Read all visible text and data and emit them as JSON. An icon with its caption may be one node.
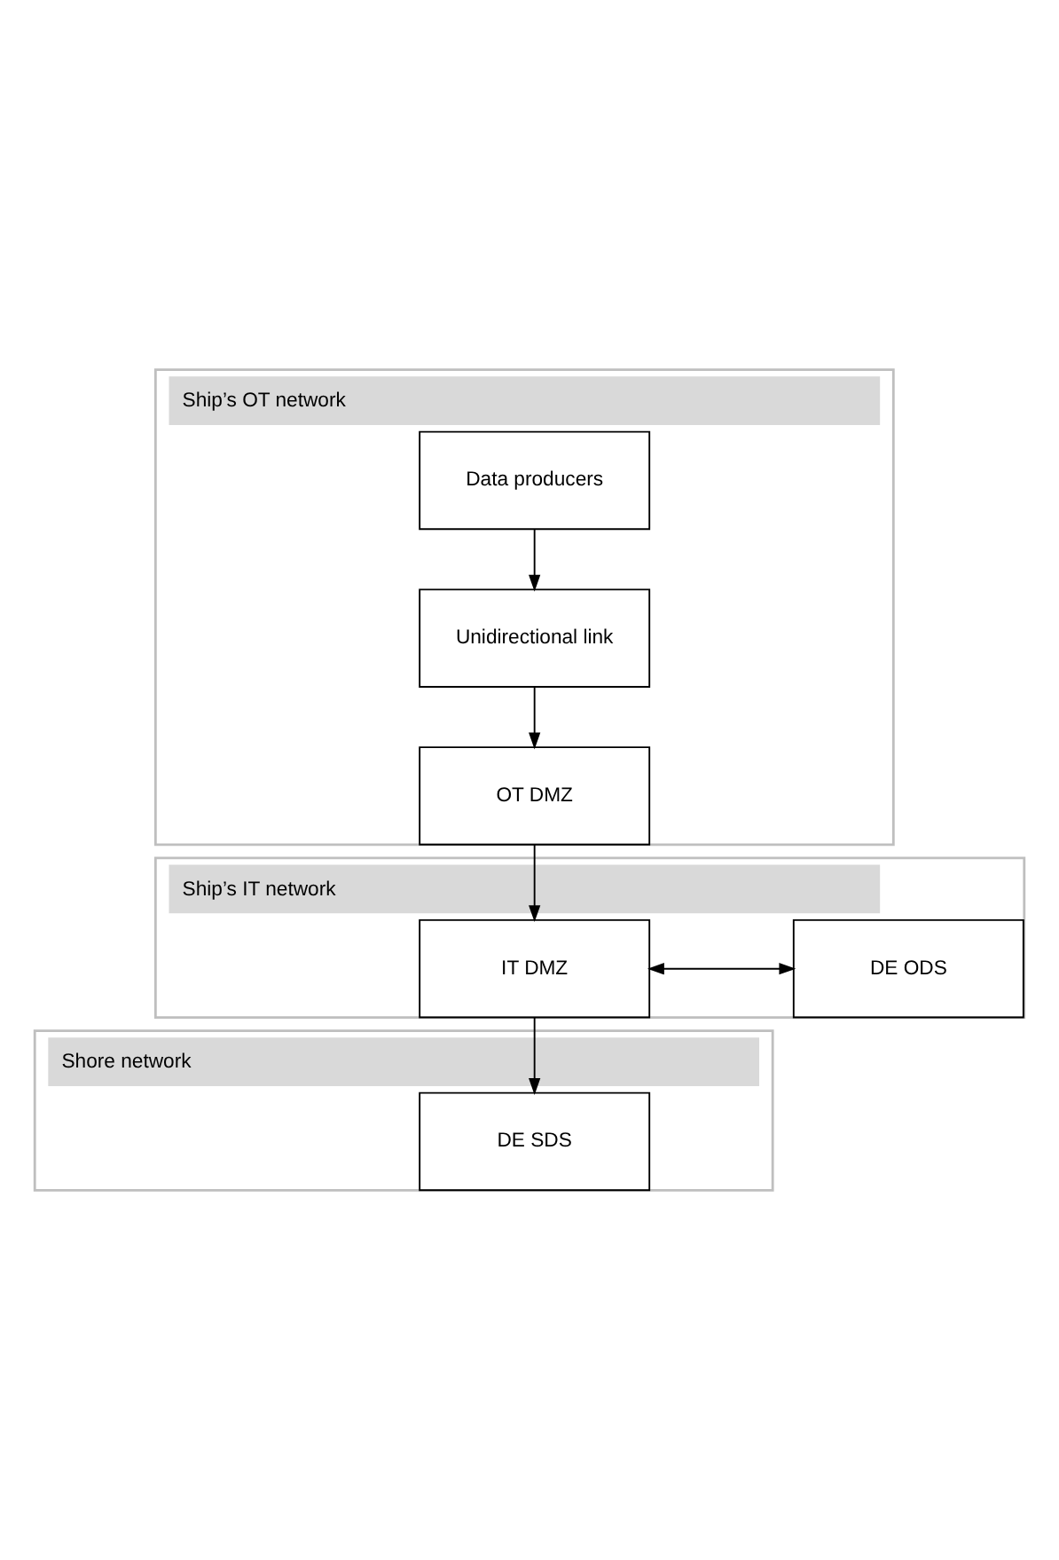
{
  "diagram": {
    "nodes": [
      {
        "text": [
          "Ship’s OT network"
        ]
      },
      {
        "text": [
          "Data producers"
        ],
        "in": 0
      },
      {
        "text": [
          "Unidirectional link"
        ],
        "in": 0
      },
      {
        "text": [
          "OT DMZ"
        ],
        "in": 0
      },
      {
        "text": [
          "Ship’s IT network"
        ]
      },
      {
        "text": [
          "IT DMZ"
        ],
        "in": 4
      },
      {
        "text": [
          "DE ODS"
        ],
        "in": 4
      },
      {
        "text": [
          "Shore network"
        ]
      },
      {
        "text": [
          "DE SDS"
        ],
        "in": 7
      }
    ],
    "edges": [
      {
        "from": 1,
        "to": 2,
        "arrow": "to"
      },
      {
        "from": 2,
        "to": 3,
        "arrow": "to"
      },
      {
        "from": 3,
        "to": 5,
        "arrow": "to"
      },
      {
        "from": 5,
        "to": 6,
        "arrow": "both"
      },
      {
        "from": 5,
        "to": 8,
        "arrow": "to"
      }
    ]
  }
}
